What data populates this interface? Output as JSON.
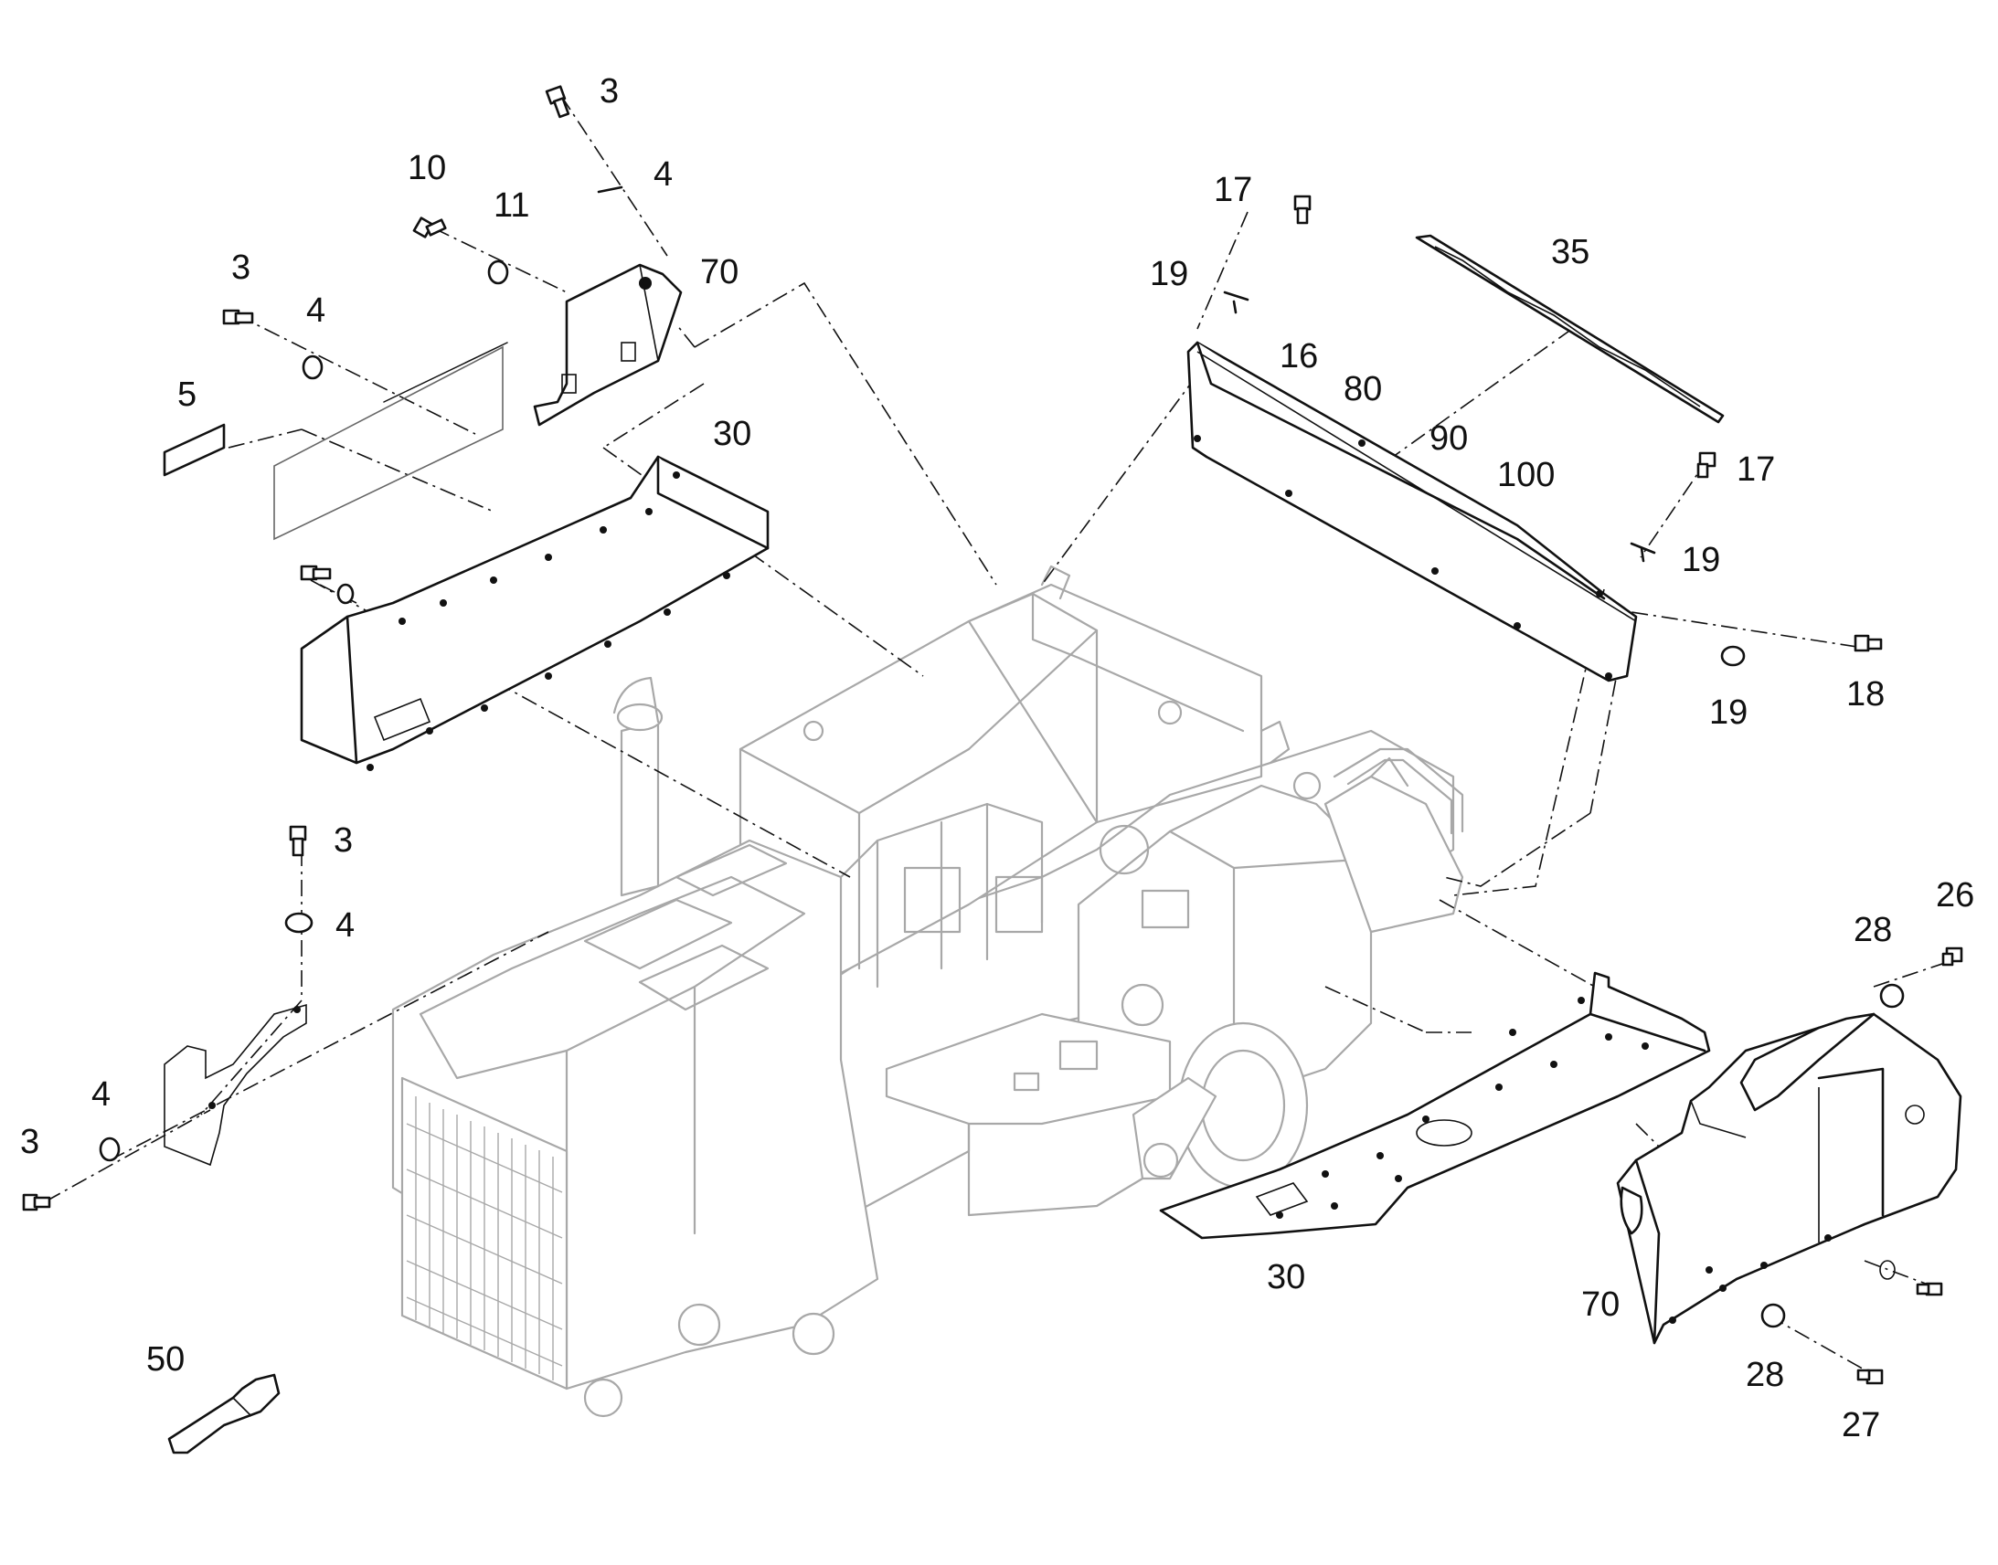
{
  "callouts": [
    {
      "id": "c3a",
      "label": "3"
    },
    {
      "id": "c4a",
      "label": "4"
    },
    {
      "id": "c10",
      "label": "10"
    },
    {
      "id": "c11",
      "label": "11"
    },
    {
      "id": "c70a",
      "label": "70"
    },
    {
      "id": "c3b",
      "label": "3"
    },
    {
      "id": "c4b",
      "label": "4"
    },
    {
      "id": "c5",
      "label": "5"
    },
    {
      "id": "c30a",
      "label": "30"
    },
    {
      "id": "c17a",
      "label": "17"
    },
    {
      "id": "c19a",
      "label": "19"
    },
    {
      "id": "c35",
      "label": "35"
    },
    {
      "id": "c16",
      "label": "16"
    },
    {
      "id": "c80",
      "label": "80"
    },
    {
      "id": "c90",
      "label": "90"
    },
    {
      "id": "c100",
      "label": "100"
    },
    {
      "id": "c17b",
      "label": "17"
    },
    {
      "id": "c19b",
      "label": "19"
    },
    {
      "id": "c19c",
      "label": "19"
    },
    {
      "id": "c18",
      "label": "18"
    },
    {
      "id": "c3c",
      "label": "3"
    },
    {
      "id": "c4c",
      "label": "4"
    },
    {
      "id": "c4d",
      "label": "4"
    },
    {
      "id": "c3d",
      "label": "3"
    },
    {
      "id": "c26",
      "label": "26"
    },
    {
      "id": "c28a",
      "label": "28"
    },
    {
      "id": "c30b",
      "label": "30"
    },
    {
      "id": "c70b",
      "label": "70"
    },
    {
      "id": "c28b",
      "label": "28"
    },
    {
      "id": "c27",
      "label": "27"
    },
    {
      "id": "c50",
      "label": "50"
    }
  ]
}
